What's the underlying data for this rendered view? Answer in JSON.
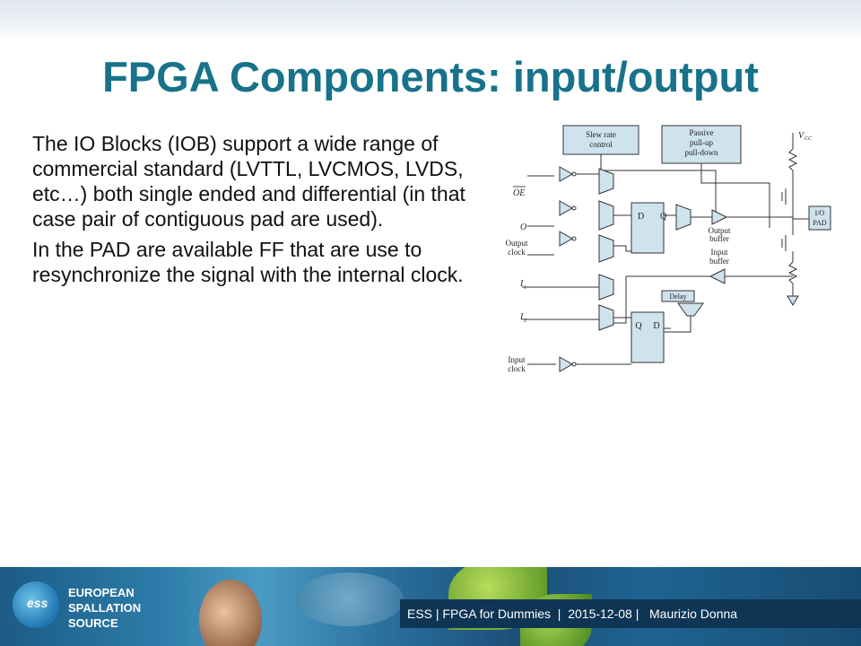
{
  "slide": {
    "title": "FPGA Components: input/output",
    "paragraphs": [
      "The IO Blocks (IOB) support a wide range of commercial standard (LVTTL, LVCMOS, LVDS, etc…) both single ended and differential (in that case pair of contiguous pad are used).",
      "In the PAD are available FF that are use to resynchronize the signal with the internal clock."
    ]
  },
  "diagram": {
    "slew_rate": [
      "Slew rate",
      "control"
    ],
    "passive": [
      "Passive",
      "pull-up",
      "pull-down"
    ],
    "vcc": "V",
    "vcc_sub": "CC",
    "oe": "OE",
    "o": "O",
    "output_clock": [
      "Output",
      "clock"
    ],
    "i1": "I",
    "i1_sub": "1",
    "i2": "I",
    "i2_sub": "2",
    "input_clock": [
      "Input",
      "clock"
    ],
    "ff_top": [
      "D",
      "Q"
    ],
    "ff_bottom": [
      "Q",
      "D"
    ],
    "output_buffer": [
      "Output",
      "buffer"
    ],
    "input_buffer": [
      "Input",
      "buffer"
    ],
    "delay": "Delay",
    "io_pad": [
      "I/O",
      "PAD"
    ]
  },
  "footer": {
    "org_lines": [
      "EUROPEAN",
      "SPALLATION",
      "SOURCE"
    ],
    "logo": "ess",
    "meta": "ESS | FPGA for Dummies  |  2015-12-08 |   Maurizio Donna"
  }
}
